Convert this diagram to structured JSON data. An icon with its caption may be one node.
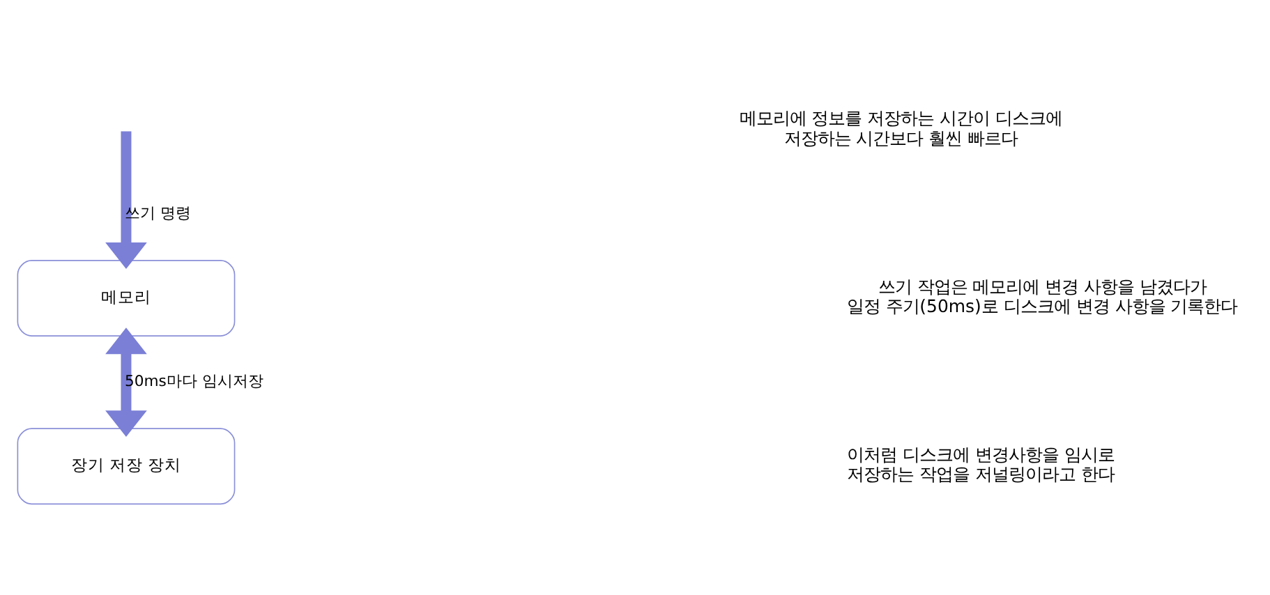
{
  "diagram": {
    "nodes": [
      {
        "text": [
          "메모리"
        ]
      },
      {
        "text": [
          "장기 저장 장치"
        ]
      }
    ],
    "edges": [
      {
        "from": null,
        "to": 0,
        "arrow": "to",
        "label": "쓰기 명령"
      },
      {
        "from": 0,
        "to": 1,
        "arrow": "both",
        "label": "50ms마다 임시저장"
      }
    ],
    "labels": [
      "메모리에 정보를 저장하는 시간이 디스크에 저장하는 시간보다 훨씬 빠르다",
      "쓰기 작업은 메모리에 변경 사항을 남겼다가 일정 주기(50ms)로 디스크에 변경 사항을 기록한다",
      "이처럼 디스크에 변경사항을 임시로 저장하는 작업을 저널링이라고 한다"
    ]
  }
}
